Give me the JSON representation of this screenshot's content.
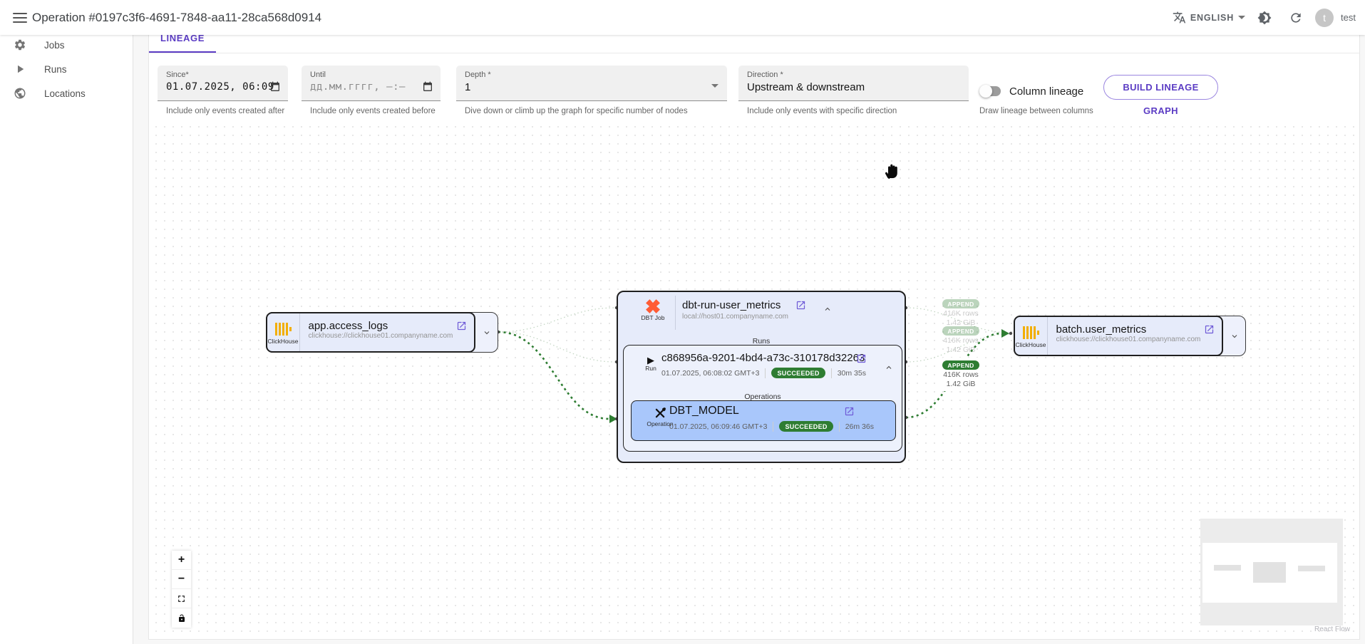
{
  "header": {
    "title": "Operation #0197c3f6-4691-7848-aa11-28ca568d0914",
    "language": "ENGLISH",
    "user": {
      "initial": "t",
      "name": "test"
    }
  },
  "sidebar": {
    "items": [
      {
        "label": "Jobs",
        "icon": "gear-icon"
      },
      {
        "label": "Runs",
        "icon": "play-icon"
      },
      {
        "label": "Locations",
        "icon": "globe-icon"
      }
    ]
  },
  "tabs": {
    "lineage": "LINEAGE"
  },
  "filters": {
    "since": {
      "label": "Since*",
      "value": "01.07.2025, 06:09",
      "helper": "Include only events created after"
    },
    "until": {
      "label": "Until",
      "placeholder": "дд.мм.гггг, –:–",
      "helper": "Include only events created before"
    },
    "depth": {
      "label": "Depth *",
      "value": "1",
      "helper": "Dive down or climb up the graph for specific number of nodes"
    },
    "direction": {
      "label": "Direction *",
      "value": "Upstream & downstream",
      "helper": "Include only events with specific direction"
    },
    "column_lineage": {
      "label": "Column lineage",
      "helper": "Draw lineage between columns",
      "enabled": false
    },
    "build_button": "BUILD LINEAGE GRAPH"
  },
  "graph": {
    "dataset_left": {
      "icon_label": "ClickHouse",
      "title": "app.access_logs",
      "subtitle": "clickhouse://clickhouse01.companyname.com"
    },
    "dataset_right": {
      "icon_label": "ClickHouse",
      "title": "batch.user_metrics",
      "subtitle": "clickhouse://clickhouse01.companyname.com"
    },
    "job": {
      "icon_label": "DBT Job",
      "title": "dbt-run-user_metrics",
      "subtitle": "local://host01.companyname.com",
      "runs_label": "Runs",
      "run": {
        "icon_label": "Run",
        "title": "c868956a-9201-4bd4-a73c-310178d32263",
        "timestamp": "01.07.2025, 06:08:02 GMT+3",
        "status": "SUCCEEDED",
        "duration": "30m 35s"
      },
      "operations_label": "Operations",
      "operation": {
        "icon_label": "Operation",
        "title": "DBT_MODEL",
        "timestamp": "01.07.2025, 06:09:46 GMT+3",
        "status": "SUCCEEDED",
        "duration": "26m 36s"
      }
    },
    "edge_labels": [
      {
        "badge": "APPEND",
        "rows": "416K rows",
        "size": "1.42 GiB"
      },
      {
        "badge": "APPEND",
        "rows": "416K rows",
        "size": "1.42 GiB"
      },
      {
        "badge": "APPEND",
        "rows": "416K rows",
        "size": "1.42 GiB"
      }
    ],
    "attribution": "React Flow"
  },
  "colors": {
    "accent_purple": "#5b3cc4",
    "status_green": "#2e7d32",
    "operation_blue": "#a9c7fb",
    "clickhouse_yellow": "#f2ae00",
    "dbt_orange": "#ff5c35"
  }
}
